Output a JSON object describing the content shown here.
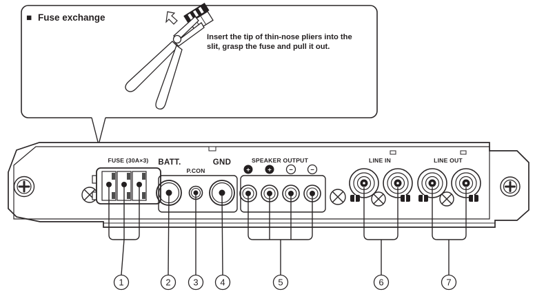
{
  "colors": {
    "line": "#231f20",
    "background": "#ffffff"
  },
  "callout_box": {
    "title_bullet": "■",
    "title": "Fuse exchange",
    "instruction_line1": "Insert the tip of thin-nose pliers into the",
    "instruction_line2": "slit, grasp the fuse and pull it out."
  },
  "panel": {
    "fuse_label": "FUSE (30A×3)",
    "batt_label": "BATT.",
    "pcon_label": "P.CON",
    "gnd_label": "GND",
    "speaker_output_label": "SPEAKER OUTPUT",
    "line_in_label": "LINE IN",
    "line_out_label": "LINE OUT",
    "speaker_polarity": [
      "+",
      "+",
      "−",
      "−"
    ]
  },
  "callouts": [
    {
      "number": "1"
    },
    {
      "number": "2"
    },
    {
      "number": "3"
    },
    {
      "number": "4"
    },
    {
      "number": "5"
    },
    {
      "number": "6"
    },
    {
      "number": "7"
    }
  ]
}
